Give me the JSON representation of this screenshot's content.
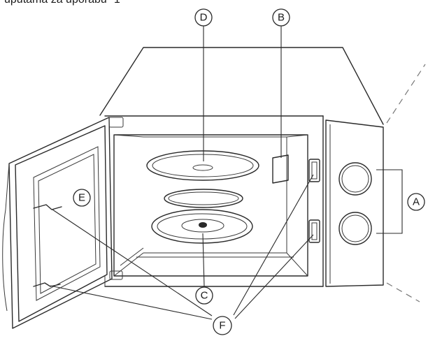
{
  "caption": "uputama za uporabu \"1\"",
  "callouts": {
    "a": "A",
    "b": "B",
    "c": "C",
    "d": "D",
    "e": "E",
    "f": "F"
  }
}
